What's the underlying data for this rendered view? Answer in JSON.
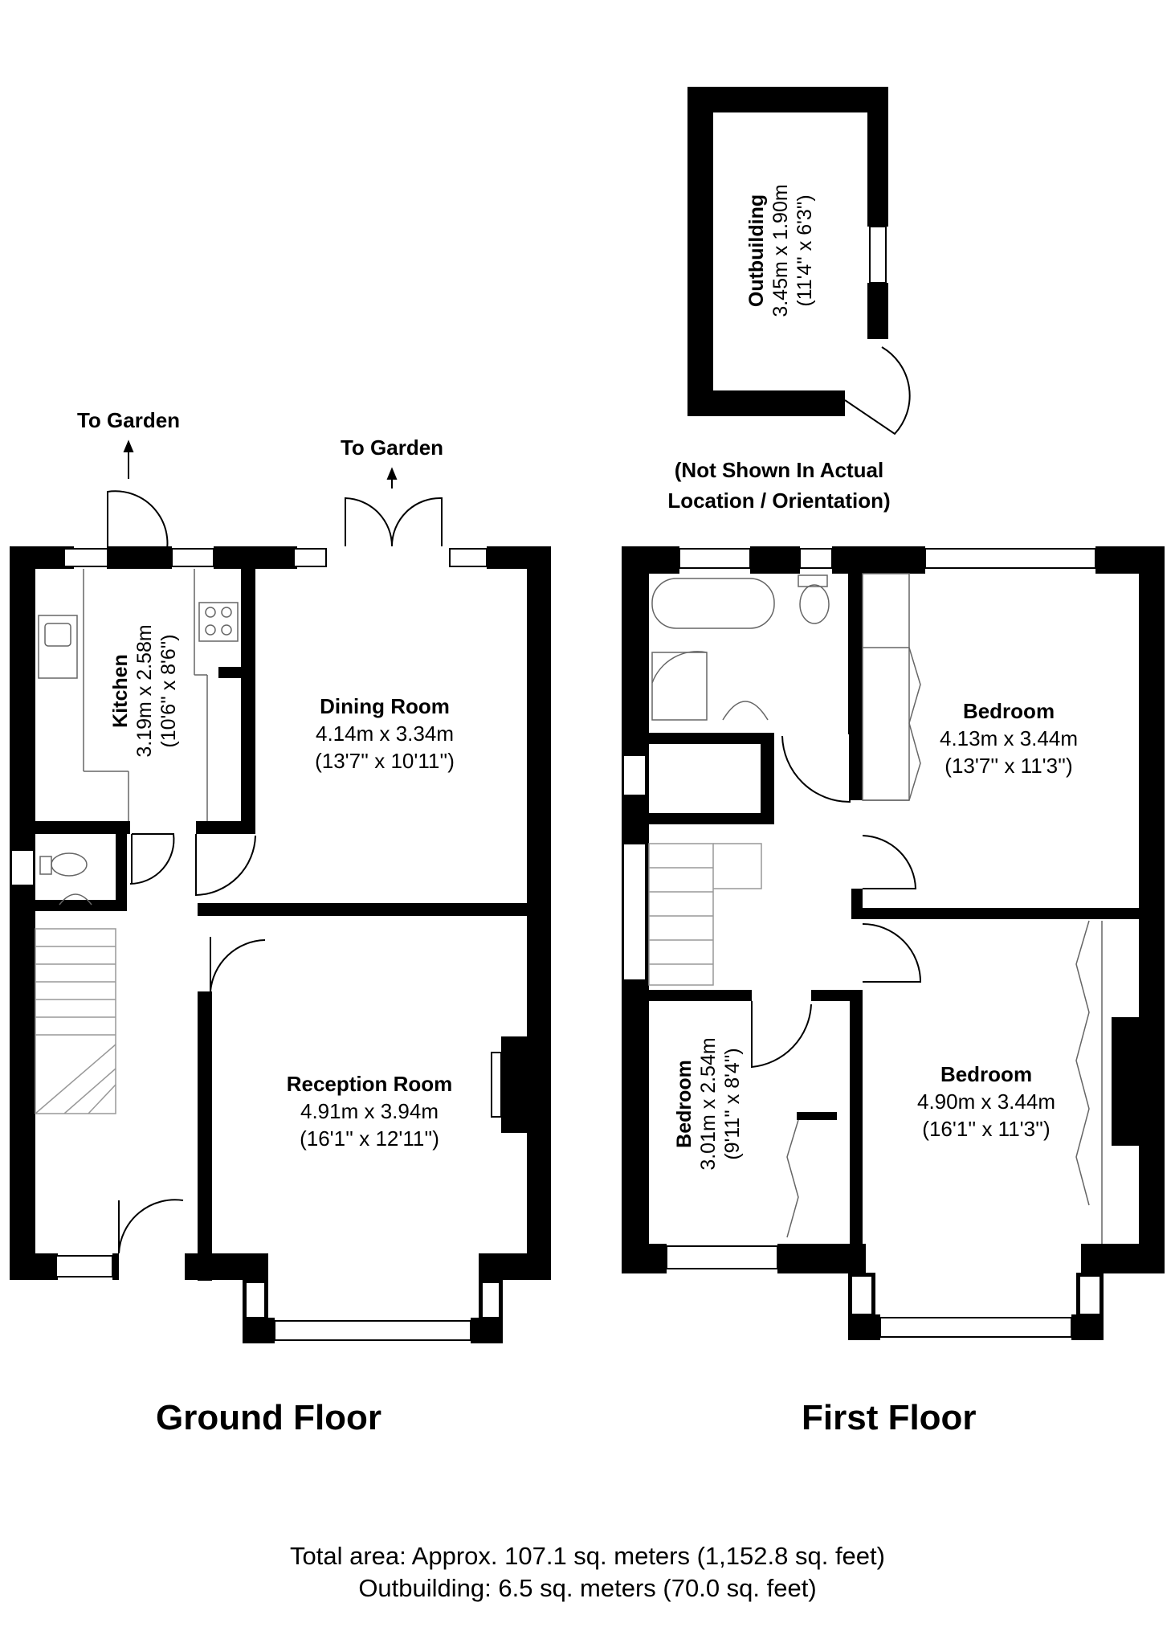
{
  "ground_floor": {
    "title": "Ground Floor",
    "garden_label_left": "To Garden",
    "garden_label_right": "To Garden",
    "kitchen": {
      "name": "Kitchen",
      "size_m": "3.19m x 2.58m",
      "size_ft": "(10'6'' x 8'6'')"
    },
    "dining": {
      "name": "Dining Room",
      "size_m": "4.14m x 3.34m",
      "size_ft": "(13'7'' x 10'11'')"
    },
    "reception": {
      "name": "Reception Room",
      "size_m": "4.91m x 3.94m",
      "size_ft": "(16'1'' x 12'11'')"
    }
  },
  "first_floor": {
    "title": "First Floor",
    "bedroom_rear": {
      "name": "Bedroom",
      "size_m": "4.13m x 3.44m",
      "size_ft": "(13'7'' x 11'3'')"
    },
    "bedroom_front": {
      "name": "Bedroom",
      "size_m": "4.90m x 3.44m",
      "size_ft": "(16'1'' x 11'3'')"
    },
    "bedroom_small": {
      "name": "Bedroom",
      "size_m": "3.01m x 2.54m",
      "size_ft": "(9'11'' x 8'4'')"
    }
  },
  "outbuilding": {
    "name": "Outbuilding",
    "size_m": "3.45m x 1.90m",
    "size_ft": "(11'4'' x 6'3'')",
    "note_line1": "(Not Shown In Actual",
    "note_line2": "Location / Orientation)"
  },
  "footer": {
    "total_area": "Total area: Approx. 107.1 sq. meters (1,152.8 sq. feet)",
    "outbuilding_area": "Outbuilding: 6.5 sq. meters (70.0 sq. feet)"
  }
}
